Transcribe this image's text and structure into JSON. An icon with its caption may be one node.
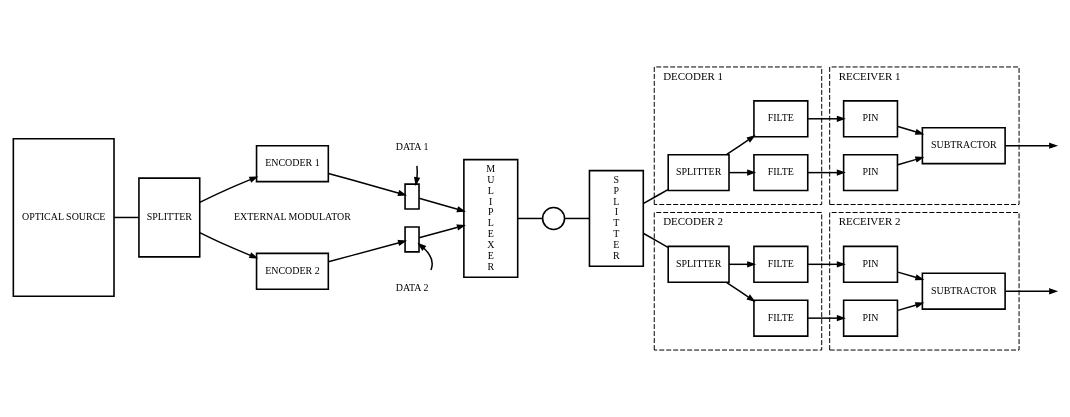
{
  "diagram": {
    "nodes": [
      {
        "text": [
          "OPTICAL SOURCE"
        ]
      },
      {
        "text": [
          "SPLITTER"
        ]
      },
      {
        "text": [
          "ENCODER 1"
        ]
      },
      {
        "text": [],
        "shape": "box"
      },
      {
        "text": [
          "ENCODER 2"
        ]
      },
      {
        "text": [],
        "shape": "box"
      },
      {
        "text": [
          "DATA 1"
        ]
      },
      {
        "text": [
          "DATA 2"
        ]
      },
      {
        "text": [
          "MULIPLEXER"
        ]
      },
      {
        "text": [],
        "shape": "circle"
      },
      {
        "text": [
          "SPLITTER"
        ]
      },
      {
        "text": [
          "DECODER 1"
        ]
      },
      {
        "text": [
          "RECEIVER 1"
        ]
      },
      {
        "text": [
          "SPLITTER"
        ],
        "in": 11
      },
      {
        "text": [
          "FILTE"
        ],
        "in": 11
      },
      {
        "text": [
          "FILTE"
        ],
        "in": 11
      },
      {
        "text": [
          "PIN"
        ],
        "in": 12
      },
      {
        "text": [
          "PIN"
        ],
        "in": 12
      },
      {
        "text": [
          "SUBTRACTOR"
        ],
        "in": 12
      },
      {
        "text": [
          "DECODER 2"
        ]
      },
      {
        "text": [
          "RECEIVER 2"
        ]
      },
      {
        "text": [
          "SPLITTER"
        ],
        "in": 19
      },
      {
        "text": [
          "FILTE"
        ],
        "in": 19
      },
      {
        "text": [
          "FILTE"
        ],
        "in": 19
      },
      {
        "text": [
          "PIN"
        ],
        "in": 20
      },
      {
        "text": [
          "PIN"
        ],
        "in": 20
      },
      {
        "text": [
          "SUBTRACTOR"
        ],
        "in": 20
      }
    ],
    "edges": [
      {
        "from": 0,
        "to": 1,
        "arrow": "none"
      },
      {
        "from": 1,
        "to": 2,
        "arrow": "to"
      },
      {
        "from": 1,
        "to": 4,
        "arrow": "to"
      },
      {
        "from": 2,
        "to": 3,
        "arrow": "to"
      },
      {
        "from": 4,
        "to": 5,
        "arrow": "to"
      },
      {
        "from": 6,
        "to": 3,
        "arrow": "to"
      },
      {
        "from": 7,
        "to": 5,
        "arrow": "to"
      },
      {
        "from": 3,
        "to": 8,
        "arrow": "to"
      },
      {
        "from": 5,
        "to": 8,
        "arrow": "to"
      },
      {
        "from": 8,
        "to": 9,
        "arrow": "none"
      },
      {
        "from": 9,
        "to": 10,
        "arrow": "none"
      },
      {
        "from": 10,
        "to": 13,
        "arrow": "none"
      },
      {
        "from": 10,
        "to": 21,
        "arrow": "none"
      },
      {
        "from": 13,
        "to": 14,
        "arrow": "to"
      },
      {
        "from": 13,
        "to": 15,
        "arrow": "to"
      },
      {
        "from": 14,
        "to": 16,
        "arrow": "to"
      },
      {
        "from": 15,
        "to": 17,
        "arrow": "to"
      },
      {
        "from": 16,
        "to": 18,
        "arrow": "to"
      },
      {
        "from": 17,
        "to": 18,
        "arrow": "to"
      },
      {
        "from": 18,
        "to": null,
        "arrow": "to"
      },
      {
        "from": 21,
        "to": 22,
        "arrow": "to"
      },
      {
        "from": 21,
        "to": 23,
        "arrow": "to"
      },
      {
        "from": 22,
        "to": 24,
        "arrow": "to"
      },
      {
        "from": 23,
        "to": 25,
        "arrow": "to"
      },
      {
        "from": 24,
        "to": 26,
        "arrow": "to"
      },
      {
        "from": 25,
        "to": 26,
        "arrow": "to"
      },
      {
        "from": 26,
        "to": null,
        "arrow": "to"
      }
    ],
    "labels": [
      "EXTERNAL MODULATOR"
    ]
  }
}
